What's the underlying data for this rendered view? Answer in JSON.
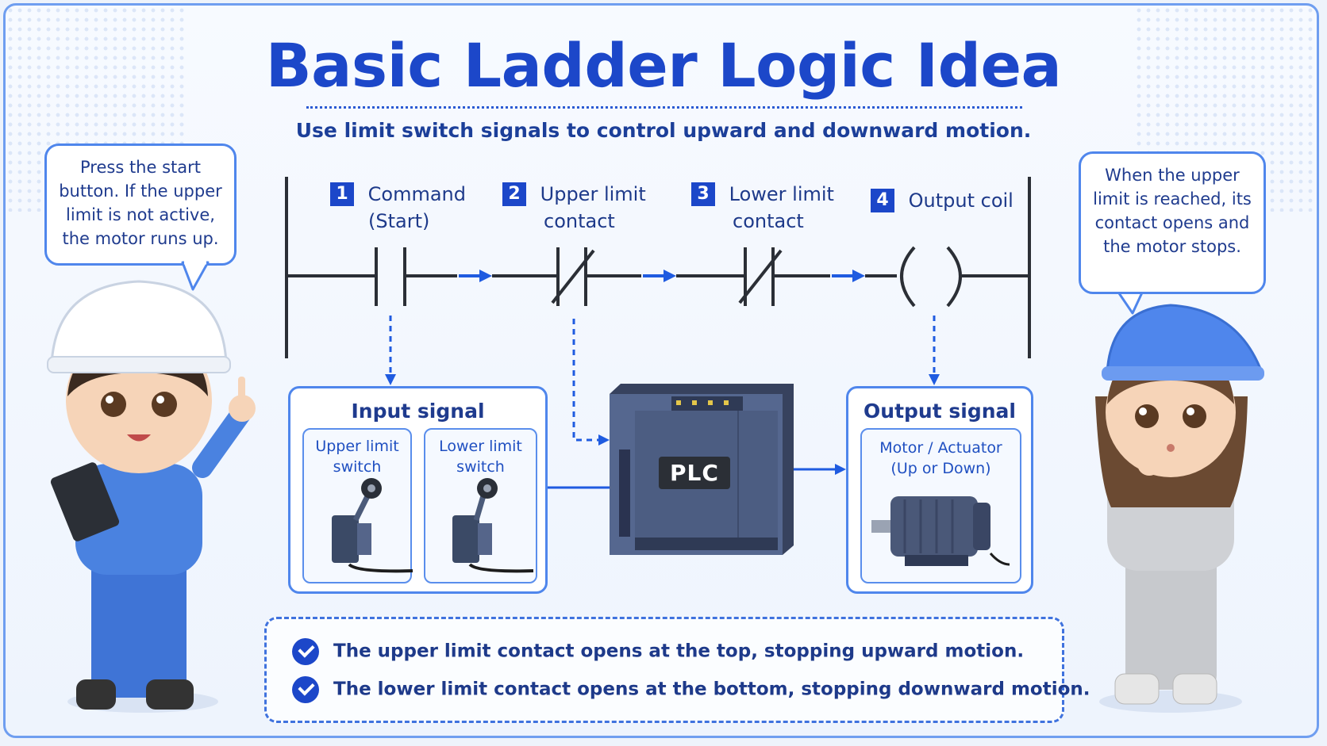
{
  "title": "Basic Ladder Logic Idea",
  "subtitle": "Use limit switch signals to control upward and downward motion.",
  "bubbles": {
    "left": "Press the start button. If the upper limit is not active, the motor runs up.",
    "right": "When the upper limit is reached, its contact opens and the motor stops."
  },
  "steps": [
    {
      "num": "1",
      "line1": "Command",
      "line2": "(Start)"
    },
    {
      "num": "2",
      "line1": "Upper limit",
      "line2": "contact"
    },
    {
      "num": "3",
      "line1": "Lower limit",
      "line2": "contact"
    },
    {
      "num": "4",
      "line1": "Output coil",
      "line2": ""
    }
  ],
  "input_box": {
    "title": "Input signal",
    "upper": "Upper limit switch",
    "lower": "Lower limit switch"
  },
  "plc_label": "PLC",
  "output_box": {
    "title": "Output signal",
    "line1": "Motor / Actuator",
    "line2": "(Up or Down)"
  },
  "notes": [
    "The upper limit contact opens at the top, stopping upward motion.",
    "The lower limit contact opens at the bottom, stopping downward motion."
  ],
  "colors": {
    "accent": "#1c47c9",
    "border": "#4f86ec",
    "text": "#1e3a8a",
    "plc": "#4c5c7e"
  },
  "icons": [
    "no-contact-icon",
    "nc-contact-icon",
    "coil-icon",
    "limit-switch-icon",
    "motor-icon",
    "check-icon"
  ]
}
